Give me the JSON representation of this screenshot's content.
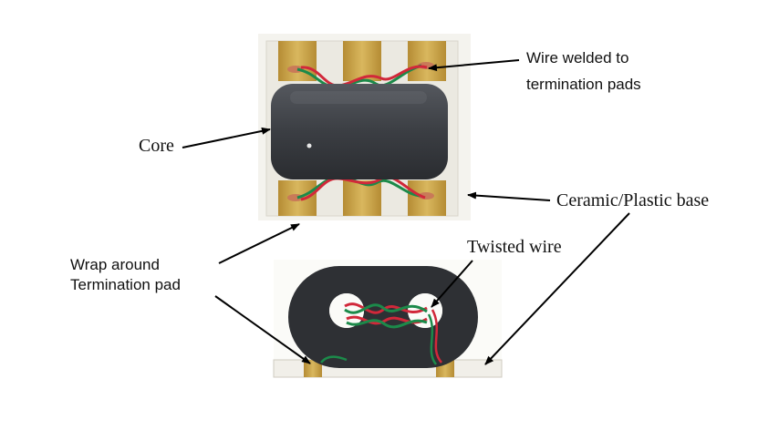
{
  "labels": {
    "wire_welded_line1": "Wire welded to",
    "wire_welded_line2": "termination pads",
    "core": "Core",
    "ceramic_base": "Ceramic/Plastic base",
    "twisted_wire": "Twisted wire",
    "wrap_line1": "Wrap around",
    "wrap_line2": "Termination pad"
  },
  "colors": {
    "pad_gold": "#c9a548",
    "core_dark": "#3b3e43",
    "base_white": "#f1efe9",
    "wire_red": "#d1283a",
    "wire_green": "#1c8a4a",
    "arrow": "#000000"
  }
}
